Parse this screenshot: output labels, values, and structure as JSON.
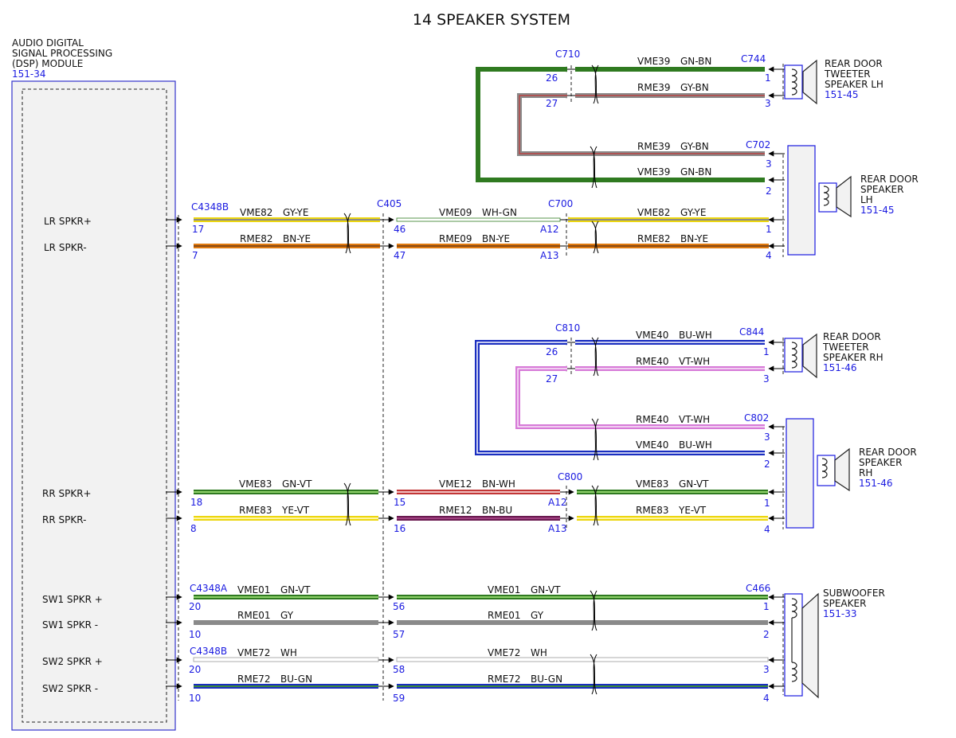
{
  "title": "14 SPEAKER SYSTEM",
  "module": {
    "name_lines": [
      "AUDIO DIGITAL",
      "SIGNAL PROCESSING",
      "(DSP) MODULE"
    ],
    "ref": "151-34",
    "pins": [
      "LR SPKR+",
      "LR SPKR-",
      "RR SPKR+",
      "RR SPKR-",
      "SW1 SPKR +",
      "SW1 SPKR -",
      "SW2 SPKR +",
      "SW2 SPKR -"
    ]
  },
  "speakers": [
    {
      "id": "tweeter-lh",
      "lines": [
        "REAR DOOR",
        "TWEETER",
        "SPEAKER LH"
      ],
      "ref": "151-45"
    },
    {
      "id": "speaker-lh",
      "lines": [
        "REAR DOOR",
        "SPEAKER",
        "LH"
      ],
      "ref": "151-45"
    },
    {
      "id": "tweeter-rh",
      "lines": [
        "REAR DOOR",
        "TWEETER",
        "SPEAKER RH"
      ],
      "ref": "151-46"
    },
    {
      "id": "speaker-rh",
      "lines": [
        "REAR DOOR",
        "SPEAKER",
        "RH"
      ],
      "ref": "151-46"
    },
    {
      "id": "subwoofer",
      "lines": [
        "SUBWOOFER",
        "SPEAKER"
      ],
      "ref": "151-33"
    }
  ],
  "connectors": {
    "c4348b": "C4348B",
    "c4348a": "C4348A",
    "c405": "C405",
    "c700": "C700",
    "c710": "C710",
    "c744": "C744",
    "c702": "C702",
    "c800": "C800",
    "c810": "C810",
    "c844": "C844",
    "c802": "C802",
    "c466": "C466"
  },
  "pins": {
    "p17": "17",
    "p7": "7",
    "p46": "46",
    "p47": "47",
    "a12": "A12",
    "a13": "A13",
    "p1": "1",
    "p4": "4",
    "p26": "26",
    "p27": "27",
    "p3": "3",
    "p2": "2",
    "p18": "18",
    "p8": "8",
    "p15": "15",
    "p16": "16",
    "p20": "20",
    "p10": "10",
    "p56": "56",
    "p57": "57",
    "p58": "58",
    "p59": "59"
  },
  "circuits": {
    "vme82": "VME82",
    "rme82": "RME82",
    "vme09": "VME09",
    "rme09": "RME09",
    "vme39": "VME39",
    "rme39": "RME39",
    "vme40": "VME40",
    "rme40": "RME40",
    "vme83": "VME83",
    "rme83": "RME83",
    "vme12": "VME12",
    "rme12": "RME12",
    "vme01": "VME01",
    "rme01": "RME01",
    "vme72": "VME72",
    "rme72": "RME72"
  },
  "wire_colors": {
    "gy_ye": "GY-YE",
    "bn_ye": "BN-YE",
    "wh_gn": "WH-GN",
    "gn_bn": "GN-BN",
    "gy_bn": "GY-BN",
    "bu_wh": "BU-WH",
    "vt_wh": "VT-WH",
    "gn_vt": "GN-VT",
    "ye_vt": "YE-VT",
    "bn_wh": "BN-WH",
    "bn_bu": "BN-BU",
    "gy": "GY",
    "wh": "WH",
    "bu_gn": "BU-GN"
  },
  "colors": {
    "connector_blue": "#1a1ae0",
    "green": "#2f7a20",
    "gray": "#8a8a8a",
    "yellow": "#ecd60f",
    "brown": "#8a4a12",
    "orange": "#e07a10",
    "blue": "#1a2ec0",
    "violet": "#d77ad8",
    "red": "#c23535",
    "purple": "#6a1a50"
  }
}
